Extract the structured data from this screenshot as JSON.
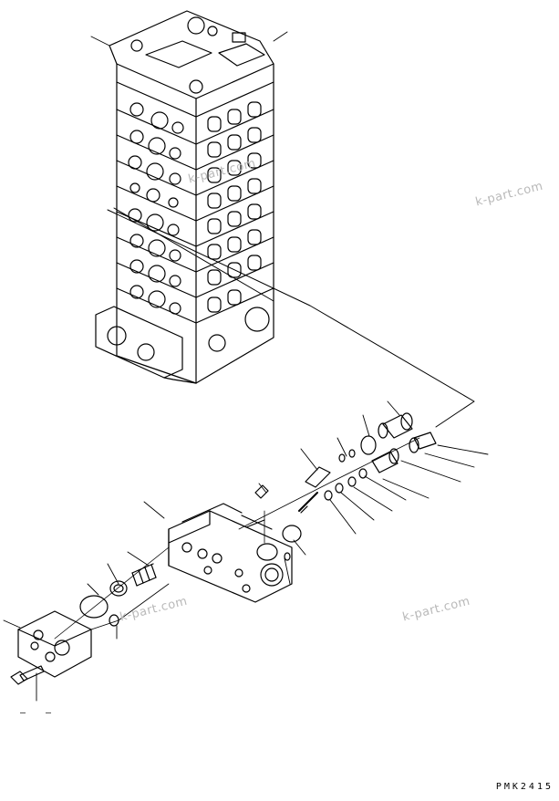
{
  "drawing": {
    "sheet_code": "PMK2415",
    "dash_mark": "– –",
    "watermarks": [
      "k-part.com",
      "k-part.com",
      "k-part.com",
      "k-part.com"
    ]
  }
}
